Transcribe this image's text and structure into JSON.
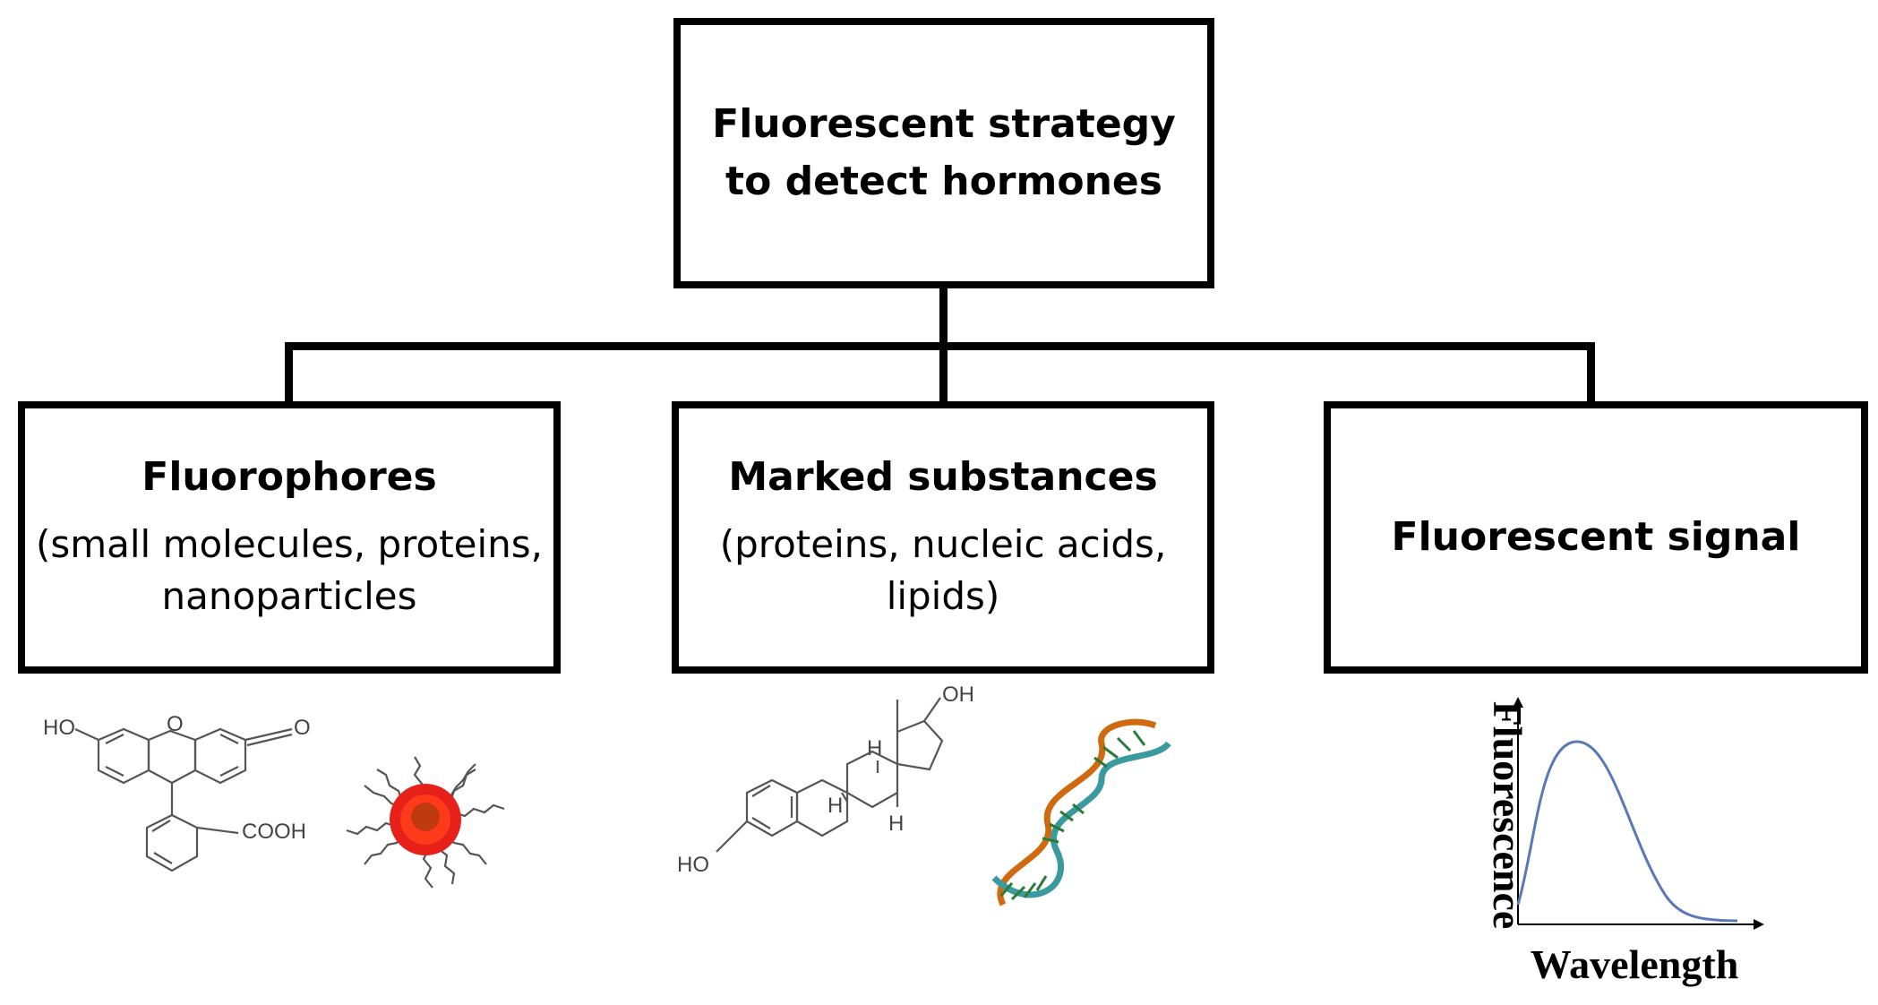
{
  "root": {
    "title": "Fluorescent strategy to detect hormones"
  },
  "children": [
    {
      "title": "Fluorophores",
      "subtitle": "(small molecules, proteins, nanoparticles"
    },
    {
      "title": "Marked substances",
      "subtitle": "(proteins, nucleic acids, lipids)"
    },
    {
      "title": "Fluorescent signal",
      "subtitle": ""
    }
  ],
  "illustrations": {
    "fluorescein": {
      "labels": [
        "HO",
        "O",
        "O",
        "COOH"
      ]
    },
    "estradiol": {
      "labels": [
        "OH",
        "HO",
        "H",
        "H",
        "H"
      ]
    },
    "nanoparticle": {
      "core_color": "#e8201a",
      "center_color": "#c03a10"
    },
    "dna": {
      "colors": [
        "#3a9aa0",
        "#d06a10",
        "#2a7a3a"
      ]
    },
    "spectrum": {
      "x_axis_label": "Wavelength",
      "y_axis_label": "Fluorescence",
      "curve_color": "#5a78b8"
    }
  }
}
